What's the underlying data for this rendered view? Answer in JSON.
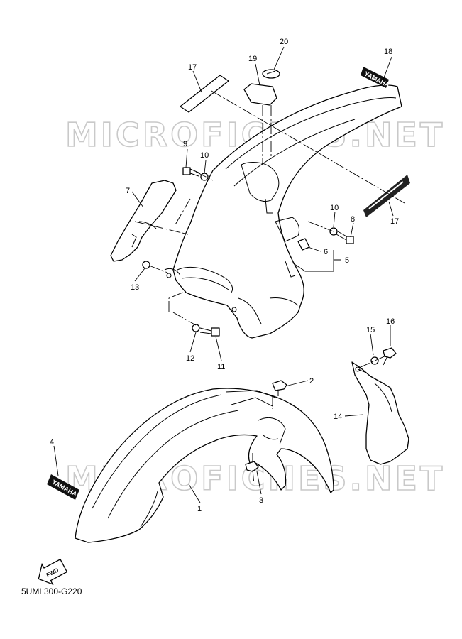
{
  "watermark": "MICROFICHES.NET",
  "diagram_code": "5UML300-G220",
  "fwd_label": "FWD",
  "decal_text_yamaha": "YAMAHA",
  "callouts": {
    "c1": "1",
    "c2": "2",
    "c3": "3",
    "c4": "4",
    "c5": "5",
    "c6": "6",
    "c7": "7",
    "c8": "8",
    "c9": "9",
    "c10a": "10",
    "c10b": "10",
    "c11": "11",
    "c12": "12",
    "c13": "13",
    "c14": "14",
    "c15": "15",
    "c16": "16",
    "c17a": "17",
    "c17b": "17",
    "c18": "18",
    "c19": "19",
    "c20": "20"
  }
}
